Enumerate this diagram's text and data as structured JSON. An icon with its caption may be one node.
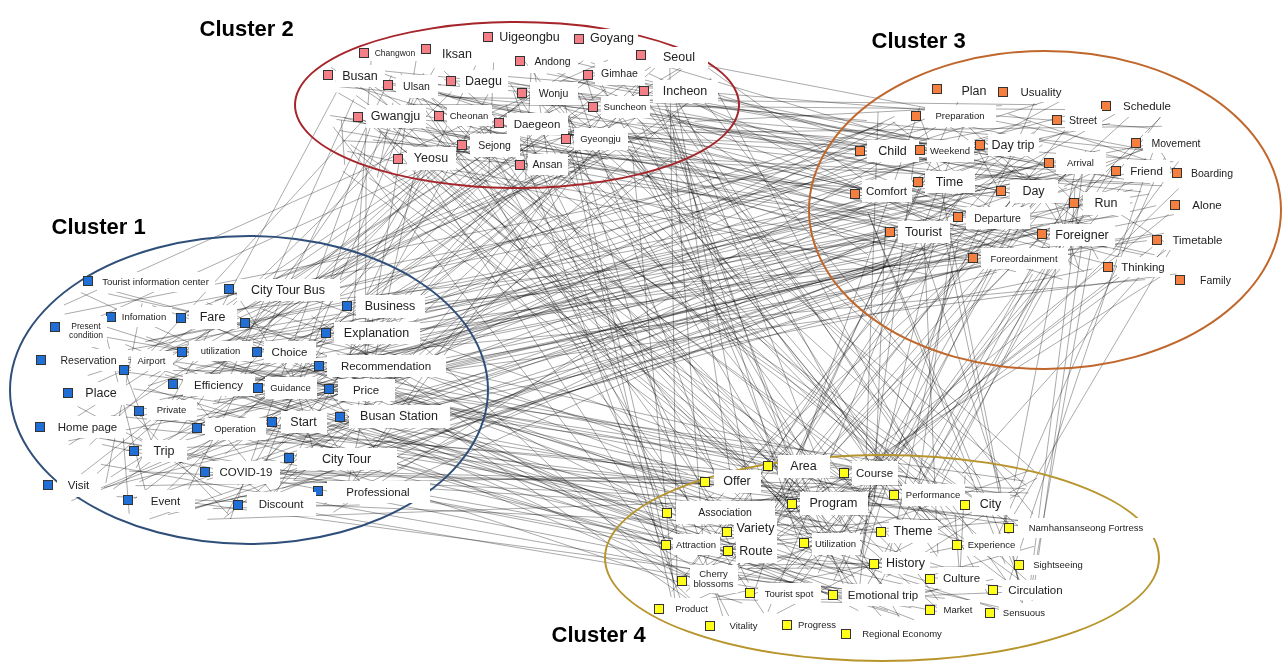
{
  "diagram": {
    "nodes": [
      {
        "text": [
          "Cluster 1"
        ]
      },
      {
        "text": [
          "Tourist information center"
        ],
        "in": 0
      },
      {
        "text": [
          "City Tour Bus"
        ],
        "in": 0
      },
      {
        "text": [
          "Business"
        ],
        "in": 0
      },
      {
        "text": [
          "Infomation"
        ],
        "in": 0
      },
      {
        "text": [
          "Fare"
        ],
        "in": 0
      },
      {
        "text": [],
        "shape": "box",
        "in": 0
      },
      {
        "text": [
          "Present condition"
        ],
        "in": 0
      },
      {
        "text": [
          "Explanation"
        ],
        "in": 0
      },
      {
        "text": [
          "Reservation"
        ],
        "in": 0
      },
      {
        "text": [
          "Airport"
        ],
        "in": 0
      },
      {
        "text": [
          "utilization"
        ],
        "in": 0
      },
      {
        "text": [
          "Choice"
        ],
        "in": 0
      },
      {
        "text": [
          "Recommendation"
        ],
        "in": 0
      },
      {
        "text": [
          "Place"
        ],
        "in": 0
      },
      {
        "text": [
          "Efficiency"
        ],
        "in": 0
      },
      {
        "text": [
          "Guidance"
        ],
        "in": 0
      },
      {
        "text": [
          "Price"
        ],
        "in": 0
      },
      {
        "text": [
          "Private"
        ],
        "in": 0
      },
      {
        "text": [
          "Home page"
        ],
        "in": 0
      },
      {
        "text": [
          "Operation"
        ],
        "in": 0
      },
      {
        "text": [
          "Start"
        ],
        "in": 0
      },
      {
        "text": [
          "Busan Station"
        ],
        "in": 0
      },
      {
        "text": [
          "Trip"
        ],
        "in": 0
      },
      {
        "text": [
          "City Tour"
        ],
        "in": 0
      },
      {
        "text": [
          "COVID-19"
        ],
        "in": 0
      },
      {
        "text": [
          "Visit"
        ],
        "in": 0
      },
      {
        "text": [
          "Professional"
        ],
        "in": 0
      },
      {
        "text": [
          "Event"
        ],
        "in": 0
      },
      {
        "text": [
          "Discount"
        ],
        "in": 0
      },
      {
        "text": [
          "Cluster 2"
        ]
      },
      {
        "text": [
          "Uigeongbu"
        ],
        "in": 30
      },
      {
        "text": [
          "Goyang"
        ],
        "in": 30
      },
      {
        "text": [
          "Changwon"
        ],
        "in": 30
      },
      {
        "text": [
          "Iksan"
        ],
        "in": 30
      },
      {
        "text": [
          "Seoul"
        ],
        "in": 30
      },
      {
        "text": [
          "Andong"
        ],
        "in": 30
      },
      {
        "text": [
          "Busan"
        ],
        "in": 30
      },
      {
        "text": [
          "Gimhae"
        ],
        "in": 30
      },
      {
        "text": [
          "Ulsan"
        ],
        "in": 30
      },
      {
        "text": [
          "Daegu"
        ],
        "in": 30
      },
      {
        "text": [
          "Wonju"
        ],
        "in": 30
      },
      {
        "text": [
          "Incheon"
        ],
        "in": 30
      },
      {
        "text": [
          "Suncheon"
        ],
        "in": 30
      },
      {
        "text": [
          "Gwangju"
        ],
        "in": 30
      },
      {
        "text": [
          "Cheonan"
        ],
        "in": 30
      },
      {
        "text": [
          "Daegeon"
        ],
        "in": 30
      },
      {
        "text": [
          "Gyeongju"
        ],
        "in": 30
      },
      {
        "text": [
          "Sejong"
        ],
        "in": 30
      },
      {
        "text": [
          "Yeosu"
        ],
        "in": 30
      },
      {
        "text": [
          "Ansan"
        ],
        "in": 30
      },
      {
        "text": [
          "Cluster 3"
        ]
      },
      {
        "text": [
          "Plan"
        ],
        "in": 51
      },
      {
        "text": [
          "Usuality"
        ],
        "in": 51
      },
      {
        "text": [
          "Schedule"
        ],
        "in": 51
      },
      {
        "text": [
          "Preparation"
        ],
        "in": 51
      },
      {
        "text": [
          "Street"
        ],
        "in": 51
      },
      {
        "text": [
          "Movement"
        ],
        "in": 51
      },
      {
        "text": [
          "Child"
        ],
        "in": 51
      },
      {
        "text": [
          "Weekend"
        ],
        "in": 51
      },
      {
        "text": [
          "Day trip"
        ],
        "in": 51
      },
      {
        "text": [
          "Arrival"
        ],
        "in": 51
      },
      {
        "text": [
          "Friend"
        ],
        "in": 51
      },
      {
        "text": [
          "Boarding"
        ],
        "in": 51
      },
      {
        "text": [
          "Comfort"
        ],
        "in": 51
      },
      {
        "text": [
          "Time"
        ],
        "in": 51
      },
      {
        "text": [
          "Day"
        ],
        "in": 51
      },
      {
        "text": [
          "Run"
        ],
        "in": 51
      },
      {
        "text": [
          "Alone"
        ],
        "in": 51
      },
      {
        "text": [
          "Departure"
        ],
        "in": 51
      },
      {
        "text": [
          "Tourist"
        ],
        "in": 51
      },
      {
        "text": [
          "Foreigner"
        ],
        "in": 51
      },
      {
        "text": [
          "Timetable"
        ],
        "in": 51
      },
      {
        "text": [
          "Foreordainment"
        ],
        "in": 51
      },
      {
        "text": [
          "Thinking"
        ],
        "in": 51
      },
      {
        "text": [
          "Family"
        ],
        "in": 51
      },
      {
        "text": [
          "Cluster 4"
        ]
      },
      {
        "text": [
          "Area"
        ],
        "in": 76
      },
      {
        "text": [
          "Course"
        ],
        "in": 76
      },
      {
        "text": [
          "Offer"
        ],
        "in": 76
      },
      {
        "text": [
          "Performance"
        ],
        "in": 76
      },
      {
        "text": [
          "City"
        ],
        "in": 76
      },
      {
        "text": [
          "Program"
        ],
        "in": 76
      },
      {
        "text": [
          "Association"
        ],
        "in": 76
      },
      {
        "text": [
          "Variety"
        ],
        "in": 76
      },
      {
        "text": [
          "Namhansanseong Fortress"
        ],
        "in": 76
      },
      {
        "text": [
          "Theme"
        ],
        "in": 76
      },
      {
        "text": [
          "Attraction"
        ],
        "in": 76
      },
      {
        "text": [
          "Route"
        ],
        "in": 76
      },
      {
        "text": [
          "Utilization"
        ],
        "in": 76
      },
      {
        "text": [
          "Experience"
        ],
        "in": 76
      },
      {
        "text": [
          "History"
        ],
        "in": 76
      },
      {
        "text": [
          "Sightseeing"
        ],
        "in": 76
      },
      {
        "text": [
          "Culture"
        ],
        "in": 76
      },
      {
        "text": [
          "Cherry blossoms"
        ],
        "in": 76
      },
      {
        "text": [
          "Circulation"
        ],
        "in": 76
      },
      {
        "text": [
          "Tourist spot"
        ],
        "in": 76
      },
      {
        "text": [
          "Emotional trip"
        ],
        "in": 76
      },
      {
        "text": [
          "Product"
        ],
        "in": 76
      },
      {
        "text": [
          "Market"
        ],
        "in": 76
      },
      {
        "text": [
          "Sensuous"
        ],
        "in": 76
      },
      {
        "text": [
          "Vitality"
        ],
        "in": 76
      },
      {
        "text": [
          "Progress"
        ],
        "in": 76
      },
      {
        "text": [
          "Regional Economy"
        ],
        "in": 76
      }
    ]
  }
}
